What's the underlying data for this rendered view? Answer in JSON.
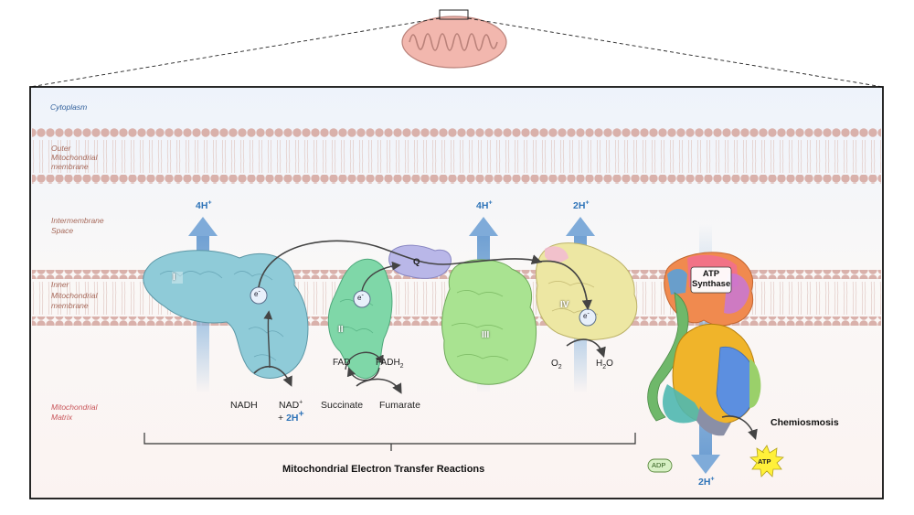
{
  "regions": {
    "cytoplasm": "Cytoplasm",
    "outer_membrane": [
      "Outer",
      "Mitochondrial",
      "membrane"
    ],
    "intermembrane": [
      "Intermembrane",
      "Space"
    ],
    "inner_membrane": [
      "Inner",
      "Mitochondrial",
      "membrane"
    ],
    "matrix": [
      "Mitochondrial",
      "Matrix"
    ]
  },
  "complexes": {
    "c1": "I",
    "c2": "II",
    "q": "Q",
    "c3": "III",
    "c4": "IV",
    "atp_synthase": [
      "ATP",
      "Synthase"
    ]
  },
  "protons": {
    "p1": "4H",
    "p3": "4H",
    "p4": "2H",
    "nad_proton": "2H",
    "synthase_proton": "2H",
    "plus_symbol": "+"
  },
  "chemicals": {
    "nadh": "NADH",
    "nad": "NAD",
    "nad_charge": "+",
    "succinate": "Succinate",
    "fumarate": "Fumarate",
    "fad": "FAD",
    "fadh": "FADH",
    "fadh_sub": "2",
    "o2": "O",
    "o2_sub": "2",
    "h2o_h": "H",
    "h2o_sub": "2",
    "h2o_o": "O",
    "adp": "ADP",
    "atp": "ATP"
  },
  "electron_label": "e",
  "electron_charge": "-",
  "proton_charge": "+",
  "labels": {
    "chemiosmosis": "Chemiosmosis",
    "reaction_caption": "Mitochondrial Electron Transfer Reactions"
  },
  "colors": {
    "membrane_heads": "#d9b1ab",
    "complex_I": "#8fcbd8",
    "complex_II": "#7fd7a8",
    "coenzyme_Q": "#b9b7e8",
    "complex_III": "#a9e391",
    "complex_IV": "#ede7a3",
    "proton_arrow": "#86b2dc",
    "atp_burst": "#fff03a",
    "adp_badge": "#d7f0c4",
    "mitochondrion": "#f2b7ae"
  }
}
